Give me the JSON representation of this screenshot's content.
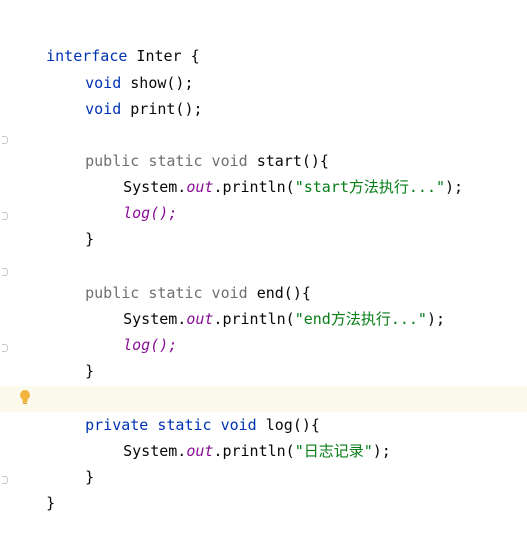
{
  "code": {
    "lines": [
      {
        "parts": [
          "interface",
          " Inter {"
        ]
      },
      {
        "parts": [
          "void",
          " show();"
        ]
      },
      {
        "parts": [
          "void",
          " print();"
        ]
      },
      {
        "parts": [
          "public static void",
          " start(){"
        ]
      },
      {
        "parts": [
          "System.",
          "out",
          ".println(",
          "\"start方法执行...\"",
          ");"
        ]
      },
      {
        "parts": [
          "log();"
        ]
      },
      {
        "parts": [
          "}"
        ]
      },
      {
        "parts": [
          "public static void",
          " end(){"
        ]
      },
      {
        "parts": [
          "System.",
          "out",
          ".println(",
          "\"end方法执行...\"",
          ");"
        ]
      },
      {
        "parts": [
          "log();"
        ]
      },
      {
        "parts": [
          "}"
        ]
      },
      {
        "parts": [
          "private static void",
          " log(){"
        ]
      },
      {
        "parts": [
          "System.",
          "out",
          ".println(",
          "\"日志记录\"",
          ");"
        ]
      },
      {
        "parts": [
          "}"
        ]
      },
      {
        "parts": [
          "}"
        ]
      }
    ]
  },
  "colors": {
    "keyword": "#0033b3",
    "string": "#067d17",
    "static_field": "#871094",
    "current_line": "#fcfaed",
    "intention_bulb": "#f2b43c"
  },
  "icons": {
    "gutter_intention": "lightbulb-icon"
  }
}
